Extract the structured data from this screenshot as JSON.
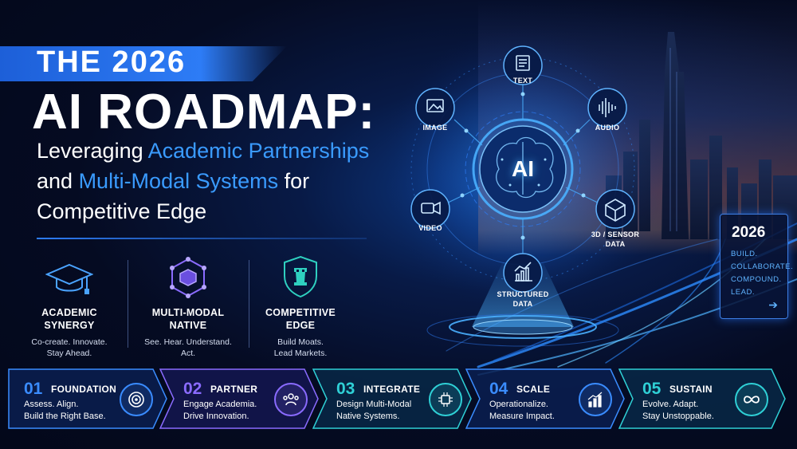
{
  "title": {
    "kicker": "THE 2026",
    "main": "AI ROADMAP:",
    "line1_pre": "Leveraging ",
    "line1_hl": "Academic Partnerships",
    "line2_pre": "and ",
    "line2_hl": "Multi-Modal Systems",
    "line2_post": " for",
    "line3": "Competitive Edge"
  },
  "pillars": [
    {
      "icon": "graduation-cap-icon",
      "heading_1": "ACADEMIC",
      "heading_2": "SYNERGY",
      "desc_1": "Co-create. Innovate.",
      "desc_2": "Stay Ahead."
    },
    {
      "icon": "network-cube-icon",
      "heading_1": "MULTI-MODAL",
      "heading_2": "NATIVE",
      "desc_1": "See. Hear. Understand.",
      "desc_2": "Act."
    },
    {
      "icon": "shield-rook-icon",
      "heading_1": "COMPETITIVE",
      "heading_2": "EDGE",
      "desc_1": "Build Moats.",
      "desc_2": "Lead Markets."
    }
  ],
  "hub": {
    "center": "AI",
    "nodes": {
      "text": "TEXT",
      "image": "IMAGE",
      "audio": "AUDIO",
      "video": "VIDEO",
      "sensor_1": "3D / SENSOR",
      "sensor_2": "DATA",
      "structured_1": "STRUCTURED",
      "structured_2": "DATA"
    }
  },
  "sign": {
    "year": "2026",
    "lines": [
      "BUILD.",
      "COLLABORATE.",
      "COMPOUND.",
      "LEAD."
    ],
    "arrow": "➔"
  },
  "steps": [
    {
      "num": "01",
      "title": "FOUNDATION",
      "desc_1": "Assess. Align.",
      "desc_2": "Build the Right Base.",
      "icon": "target-icon",
      "color": "#3a8cff"
    },
    {
      "num": "02",
      "title": "PARTNER",
      "desc_1": "Engage Academia.",
      "desc_2": "Drive Innovation.",
      "icon": "people-icon",
      "color": "#8a6bff"
    },
    {
      "num": "03",
      "title": "INTEGRATE",
      "desc_1": "Design Multi-Modal",
      "desc_2": "Native Systems.",
      "icon": "chip-icon",
      "color": "#2fd0d6"
    },
    {
      "num": "04",
      "title": "SCALE",
      "desc_1": "Operationalize.",
      "desc_2": "Measure Impact.",
      "icon": "growth-chart-icon",
      "color": "#3a8cff"
    },
    {
      "num": "05",
      "title": "SUSTAIN",
      "desc_1": "Evolve. Adapt.",
      "desc_2": "Stay Unstoppable.",
      "icon": "infinity-icon",
      "color": "#2fd0d6"
    }
  ]
}
